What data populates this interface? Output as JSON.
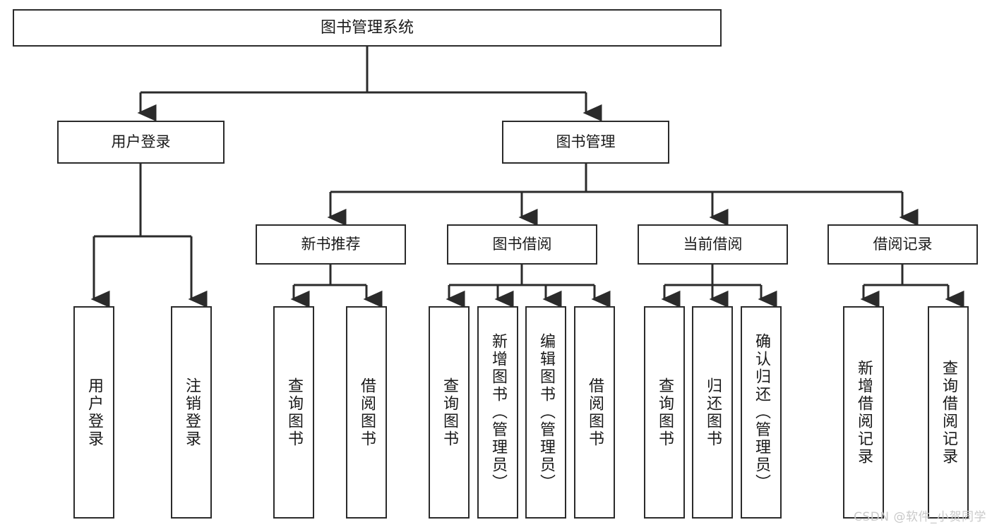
{
  "diagram": {
    "title": "图书管理系统",
    "type": "hierarchy-tree",
    "watermark": "CSDN @软件_小贺同学",
    "colors": {
      "box_border": "#2b2b2b",
      "box_fill": "#ffffff",
      "connector": "#2b2b2b",
      "text": "#1a1a1a",
      "watermark": "#c9c9c9",
      "background": "#ffffff"
    },
    "root": {
      "label": "图书管理系统"
    },
    "level1": [
      {
        "label": "用户登录"
      },
      {
        "label": "图书管理"
      }
    ],
    "level2": [
      {
        "label": "新书推荐"
      },
      {
        "label": "图书借阅"
      },
      {
        "label": "当前借阅"
      },
      {
        "label": "借阅记录"
      }
    ],
    "leaves": {
      "user_login": [
        {
          "label": "用户登录"
        },
        {
          "label": "注销登录"
        }
      ],
      "new_book_recommend": [
        {
          "label": "查询图书"
        },
        {
          "label": "借阅图书"
        }
      ],
      "book_borrow": [
        {
          "label": "查询图书"
        },
        {
          "label": "新增图书（管理员）"
        },
        {
          "label": "编辑图书（管理员）"
        },
        {
          "label": "借阅图书"
        }
      ],
      "current_borrow": [
        {
          "label": "查询图书"
        },
        {
          "label": "归还图书"
        },
        {
          "label": "确认归还（管理员）"
        }
      ],
      "borrow_record": [
        {
          "label": "新增借阅记录"
        },
        {
          "label": "查询借阅记录"
        }
      ]
    }
  }
}
